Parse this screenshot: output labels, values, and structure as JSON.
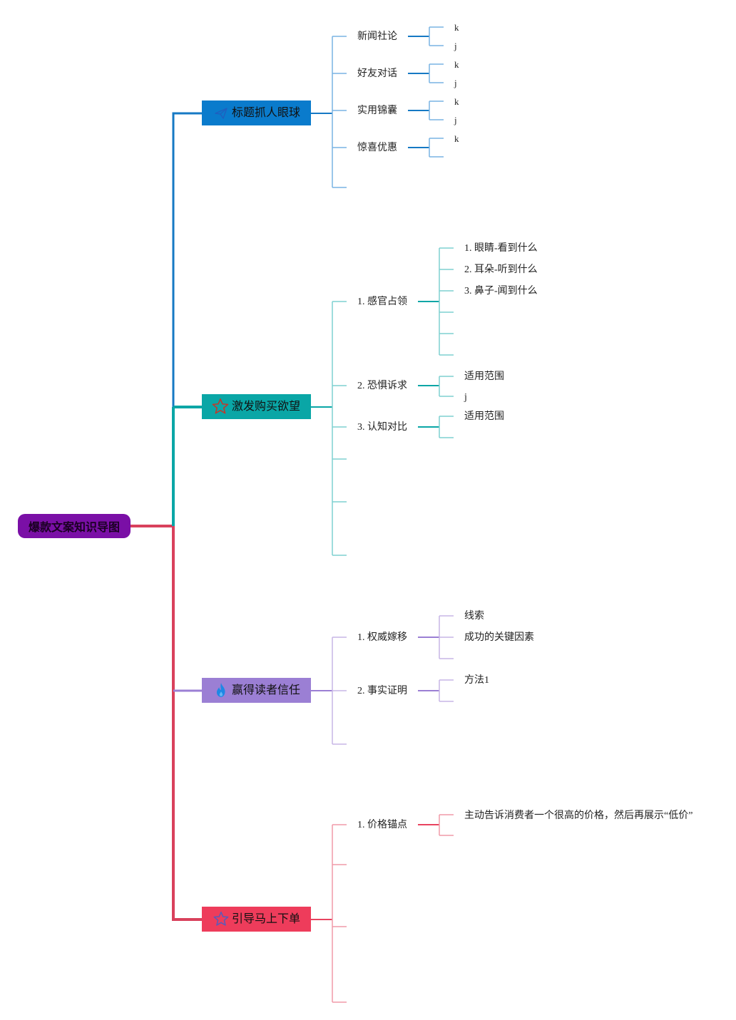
{
  "root": {
    "label": "爆款文案知识导图"
  },
  "branches": [
    {
      "label": "标题抓人眼球",
      "icon": "paper-plane-icon",
      "color": "#0a7bcc",
      "fill": "#0a7bcc",
      "subs": [
        {
          "label": "新闻社论",
          "children": [
            "k",
            "j"
          ]
        },
        {
          "label": "好友对话",
          "children": [
            "k",
            "j"
          ]
        },
        {
          "label": "实用锦囊",
          "children": [
            "k",
            "j"
          ]
        },
        {
          "label": "惊喜优惠",
          "children": [
            "k",
            ""
          ]
        },
        {
          "label": "",
          "children": []
        }
      ]
    },
    {
      "label": "激发购买欲望",
      "icon": "star-icon",
      "color": "#0aa6a6",
      "fill": "#0aa6a6",
      "subs": [
        {
          "label": "1. 感官占领",
          "children": [
            "1. 眼睛-看到什么",
            "2. 耳朵-听到什么",
            "3. 鼻子-闻到什么",
            "",
            "",
            ""
          ]
        },
        {
          "label": "2. 恐惧诉求",
          "children": [
            "适用范围",
            "j"
          ]
        },
        {
          "label": "3. 认知对比",
          "children": [
            "适用范围",
            ""
          ]
        },
        {
          "label": "",
          "children": []
        },
        {
          "label": "",
          "children": []
        },
        {
          "label": "",
          "children": []
        }
      ]
    },
    {
      "label": "赢得读者信任",
      "icon": "flame-icon",
      "color": "#9b7fd4",
      "fill": "#9b7fd4",
      "subs": [
        {
          "label": "1. 权威嫁移",
          "children": [
            "线索",
            "成功的关键因素",
            ""
          ]
        },
        {
          "label": "2. 事实证明",
          "children": [
            "方法1",
            ""
          ]
        },
        {
          "label": "",
          "children": []
        }
      ]
    },
    {
      "label": "引导马上下单",
      "icon": "star-icon",
      "color": "#e8435f",
      "fill": "#ee3c5b",
      "subs": [
        {
          "label": "1. 价格锚点",
          "children": [
            "主动告诉消费者一个很高的价格，然后再展示“低价”",
            ""
          ]
        },
        {
          "label": "",
          "children": []
        },
        {
          "label": "",
          "children": []
        },
        {
          "label": "",
          "children": []
        }
      ]
    }
  ]
}
